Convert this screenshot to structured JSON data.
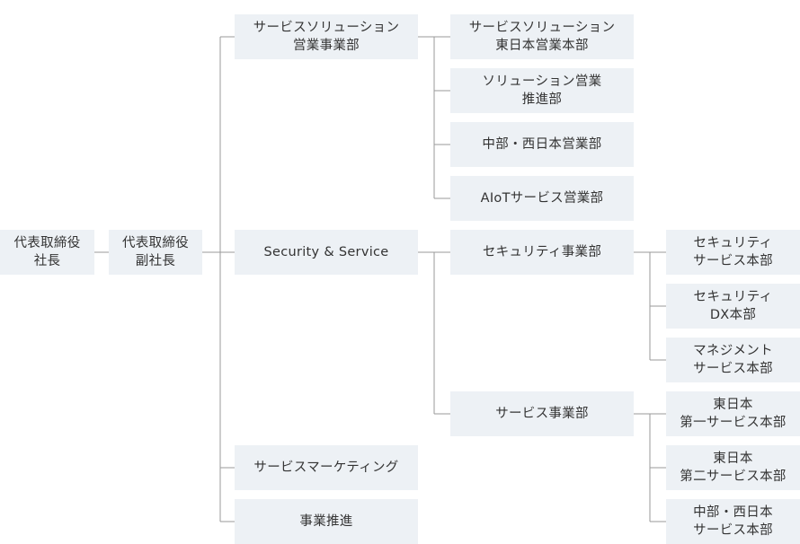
{
  "org_chart": {
    "ceo": "代表取締役\n社長",
    "vice_president": "代表取締役\n副社長",
    "divisions": {
      "service_solution": "サービスソリューション\n営業事業部",
      "security_service": "Security & Service",
      "service_marketing": "サービスマーケティング",
      "business_promotion": "事業推進"
    },
    "departments": {
      "east_japan_sales": "サービスソリューション\n東日本営業本部",
      "solution_promotion": "ソリューション営業\n推進部",
      "chubu_west_sales": "中部・西日本営業部",
      "aiot_sales": "AIoTサービス営業部",
      "security_business": "セキュリティ事業部",
      "service_business": "サービス事業部"
    },
    "units": {
      "security_service_hq": "セキュリティ\nサービス本部",
      "security_dx_hq": "セキュリティ\nDX本部",
      "managed_service_hq": "マネジメント\nサービス本部",
      "east_japan_first_hq": "東日本\n第一サービス本部",
      "east_japan_second_hq": "東日本\n第二サービス本部",
      "chubu_west_service_hq": "中部・西日本\nサービス本部"
    }
  }
}
